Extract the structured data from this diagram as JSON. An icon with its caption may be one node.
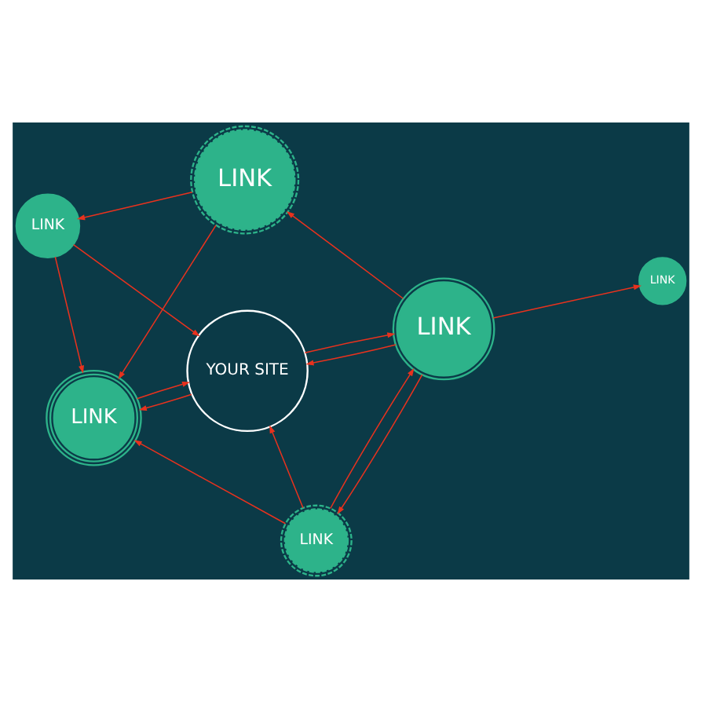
{
  "diagram": {
    "nodes": [
      {
        "text": [
          "LINK"
        ]
      },
      {
        "text": [
          "LINK"
        ]
      },
      {
        "text": [
          "YOUR SITE"
        ]
      },
      {
        "text": [
          "LINK"
        ]
      },
      {
        "text": [
          "LINK"
        ]
      },
      {
        "text": [
          "LINK"
        ]
      },
      {
        "text": [
          "LINK"
        ]
      }
    ],
    "edges": [
      {
        "from": 0,
        "to": 1,
        "arrow": "to"
      },
      {
        "from": 1,
        "to": 2,
        "arrow": "to"
      },
      {
        "from": 1,
        "to": 3,
        "arrow": "to"
      },
      {
        "from": 0,
        "to": 3,
        "arrow": "to"
      },
      {
        "from": 2,
        "to": 3,
        "arrow": "to"
      },
      {
        "from": 3,
        "to": 2,
        "arrow": "to"
      },
      {
        "from": 5,
        "to": 4,
        "arrow": "to"
      },
      {
        "from": 5,
        "to": 0,
        "arrow": "to"
      },
      {
        "from": 5,
        "to": 2,
        "arrow": "to"
      },
      {
        "from": 2,
        "to": 5,
        "arrow": "to"
      },
      {
        "from": 5,
        "to": 6,
        "arrow": "to"
      },
      {
        "from": 6,
        "to": 5,
        "arrow": "to"
      },
      {
        "from": 6,
        "to": 2,
        "arrow": "to"
      },
      {
        "from": 6,
        "to": 3,
        "arrow": "to"
      }
    ]
  }
}
